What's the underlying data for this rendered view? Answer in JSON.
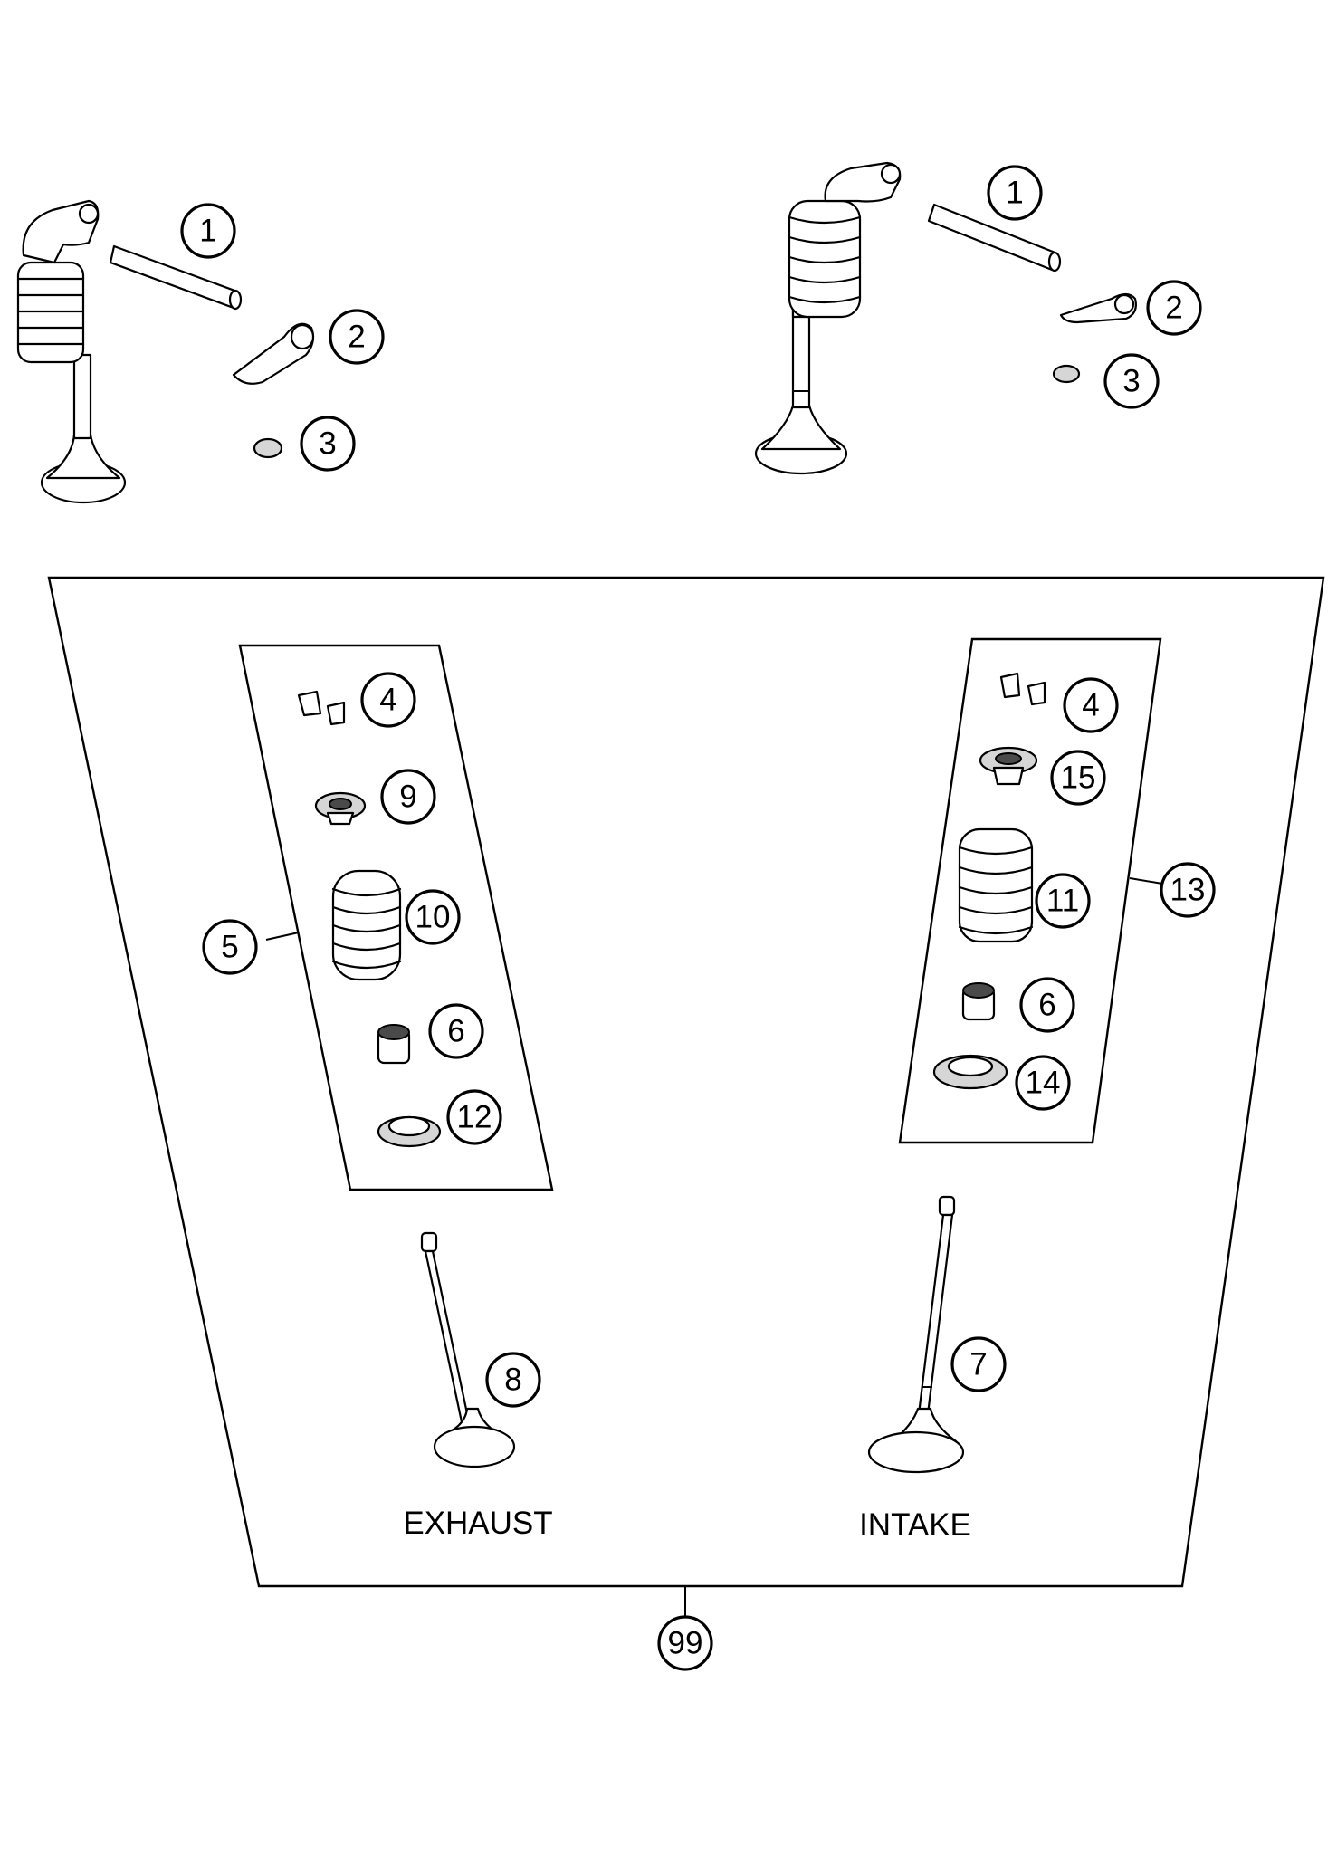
{
  "callouts": {
    "c1a": "1",
    "c2a": "2",
    "c3a": "3",
    "c1b": "1",
    "c2b": "2",
    "c3b": "3",
    "c4a": "4",
    "c9": "9",
    "c10": "10",
    "c5": "5",
    "c6a": "6",
    "c12": "12",
    "c4b": "4",
    "c15": "15",
    "c11": "11",
    "c13": "13",
    "c6b": "6",
    "c14": "14",
    "c8": "8",
    "c7": "7",
    "c99": "99"
  },
  "labels": {
    "exhaust": "EXHAUST",
    "intake": "INTAKE"
  }
}
